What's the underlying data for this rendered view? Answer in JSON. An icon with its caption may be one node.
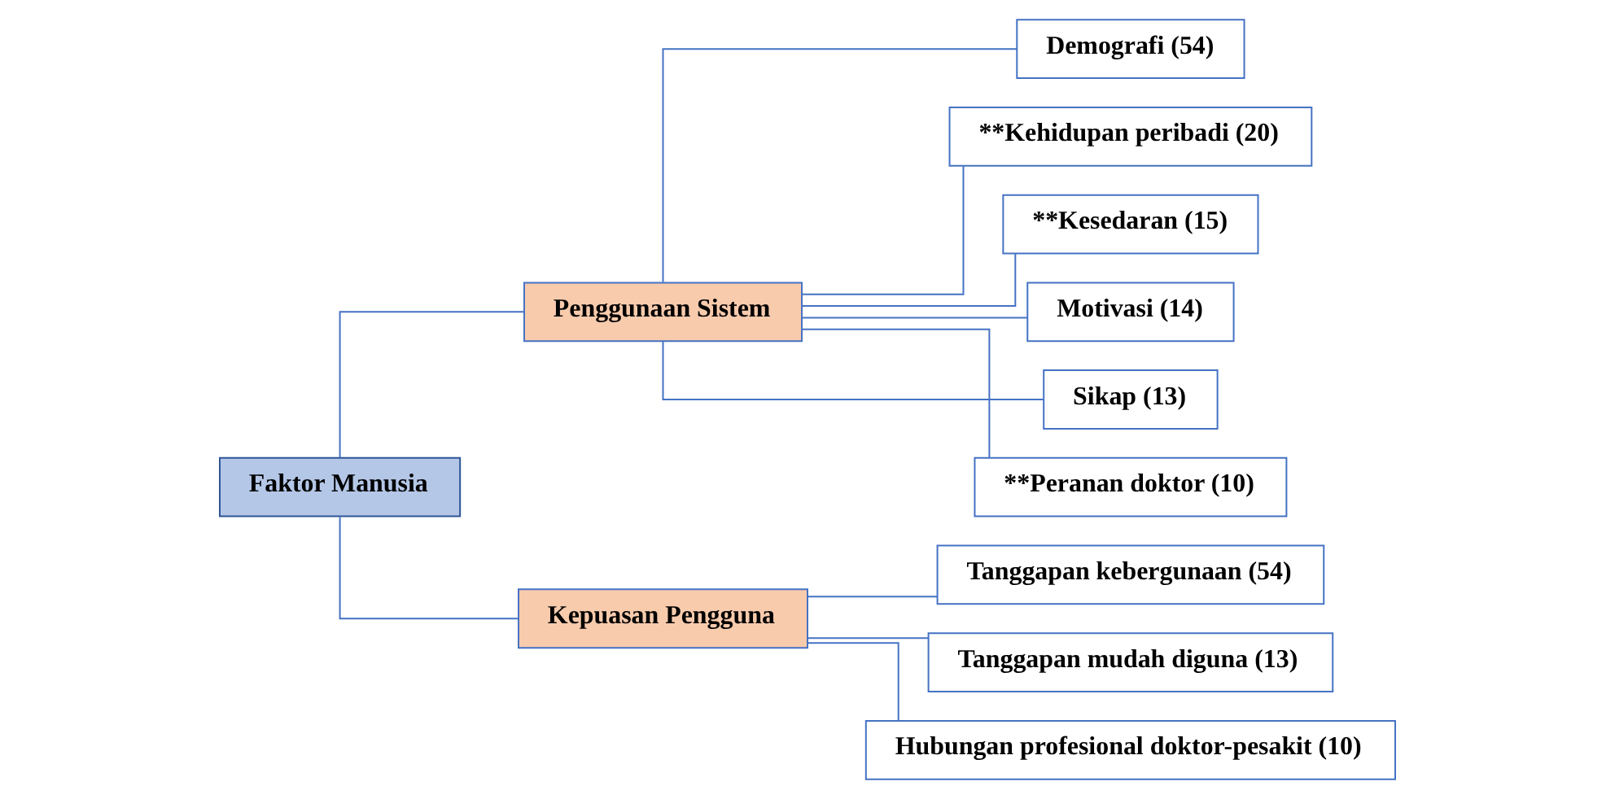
{
  "diagram": {
    "nodes": [
      {
        "text": [
          "Faktor Manusia"
        ]
      },
      {
        "text": [
          "Penggunaan Sistem"
        ]
      },
      {
        "text": [
          "Kepuasan Pengguna"
        ]
      },
      {
        "text": [
          "Demografi (54)"
        ]
      },
      {
        "text": [
          "**Kehidupan peribadi (20)"
        ]
      },
      {
        "text": [
          "**Kesedaran (15)"
        ]
      },
      {
        "text": [
          "Motivasi (14)"
        ]
      },
      {
        "text": [
          "Sikap (13)"
        ]
      },
      {
        "text": [
          "**Peranan doktor (10)"
        ]
      },
      {
        "text": [
          "Tanggapan kebergunaan (54)"
        ]
      },
      {
        "text": [
          "Tanggapan mudah diguna (13)"
        ]
      },
      {
        "text": [
          "Hubungan profesional doktor-pesakit (10)"
        ]
      }
    ],
    "edges": [
      {
        "from": 0,
        "to": 1,
        "arrow": "none"
      },
      {
        "from": 0,
        "to": 2,
        "arrow": "none"
      },
      {
        "from": 1,
        "to": 3,
        "arrow": "none"
      },
      {
        "from": 1,
        "to": 4,
        "arrow": "none"
      },
      {
        "from": 1,
        "to": 5,
        "arrow": "none"
      },
      {
        "from": 1,
        "to": 6,
        "arrow": "none"
      },
      {
        "from": 1,
        "to": 7,
        "arrow": "none"
      },
      {
        "from": 1,
        "to": 8,
        "arrow": "none"
      },
      {
        "from": 2,
        "to": 9,
        "arrow": "none"
      },
      {
        "from": 2,
        "to": 10,
        "arrow": "none"
      },
      {
        "from": 2,
        "to": 11,
        "arrow": "none"
      }
    ]
  }
}
